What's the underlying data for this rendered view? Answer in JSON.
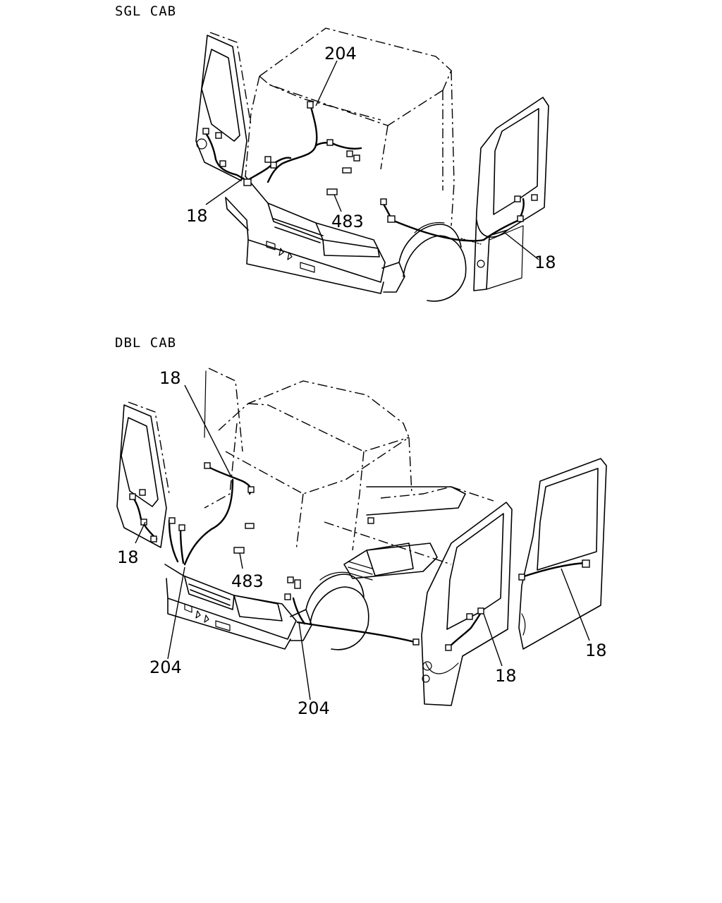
{
  "sections": {
    "single_cab": {
      "title": "SGL CAB",
      "callouts": {
        "harness_roof": "204",
        "harness_left": "18",
        "connector": "483",
        "harness_right": "18"
      }
    },
    "double_cab": {
      "title": "DBL CAB",
      "callouts": {
        "harness_top": "18",
        "harness_left": "18",
        "connector": "483",
        "harness_lower_left": "204",
        "harness_lower_center": "204",
        "harness_front_door": "18",
        "harness_rear_door": "18"
      }
    }
  }
}
